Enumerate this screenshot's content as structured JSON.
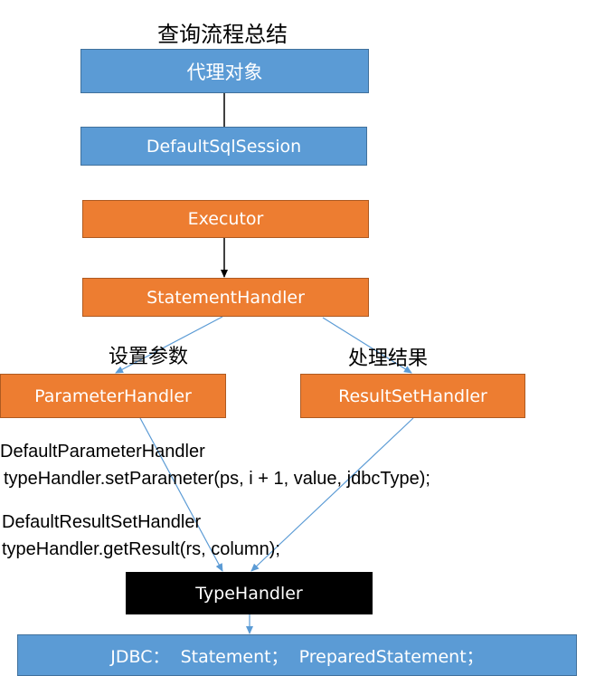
{
  "title": "查询流程总结",
  "nodes": {
    "proxy": "代理对象",
    "session": "DefaultSqlSession",
    "executor": "Executor",
    "statement_handler": "StatementHandler",
    "parameter_handler": "ParameterHandler",
    "resultset_handler": "ResultSetHandler",
    "type_handler": "TypeHandler",
    "jdbc": "JDBC：  Statement；  PreparedStatement；"
  },
  "edge_labels": {
    "set_params": "设置参数",
    "handle_results": "处理结果"
  },
  "notes": {
    "param_class": "DefaultParameterHandler",
    "param_call": "typeHandler.setParameter(ps, i + 1, value, jdbcType);",
    "result_class": "DefaultResultSetHandler",
    "result_call": "typeHandler.getResult(rs, column);"
  },
  "colors": {
    "blue": "#5b9bd5",
    "orange": "#ed7d31",
    "black": "#000000",
    "connector_blue": "#5b9bd5",
    "connector_black": "#000000"
  }
}
